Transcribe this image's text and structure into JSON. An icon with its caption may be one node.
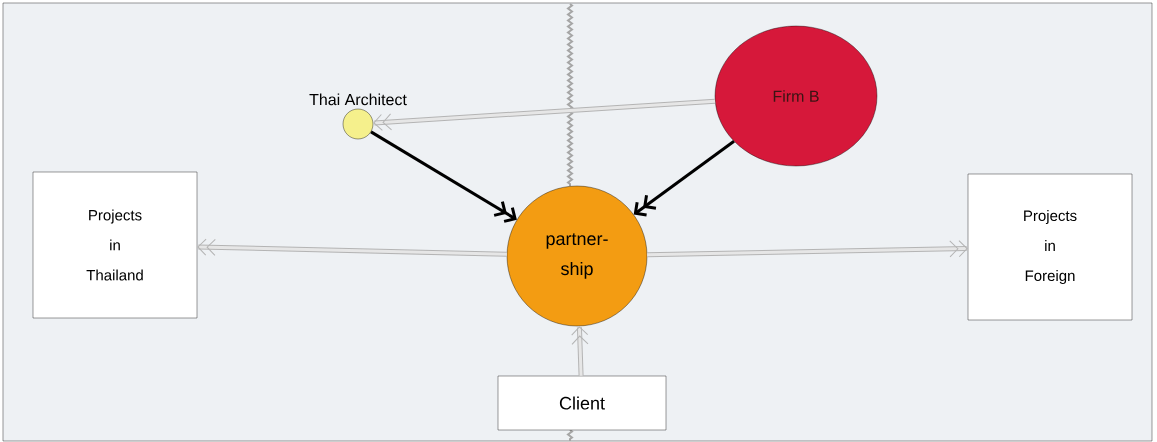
{
  "diagram": {
    "nodes": [
      {
        "text": [
          "Thai Architect"
        ]
      },
      {
        "text": [
          "Firm B"
        ]
      },
      {
        "text": [
          "Projects in Thailand"
        ]
      },
      {
        "text": [
          "partner-ship"
        ]
      },
      {
        "text": [
          "Projects in Foreign"
        ]
      },
      {
        "text": [
          "Client"
        ]
      }
    ],
    "edges": [
      {
        "from": 1,
        "to": 0,
        "arrow": "to"
      },
      {
        "from": 0,
        "to": 3,
        "arrow": "to",
        "color": "#000000"
      },
      {
        "from": 1,
        "to": 3,
        "arrow": "to",
        "color": "#000000"
      },
      {
        "from": 3,
        "to": 2,
        "arrow": "to"
      },
      {
        "from": 3,
        "to": 4,
        "arrow": "to"
      },
      {
        "from": 5,
        "to": 3,
        "arrow": "to"
      }
    ]
  }
}
